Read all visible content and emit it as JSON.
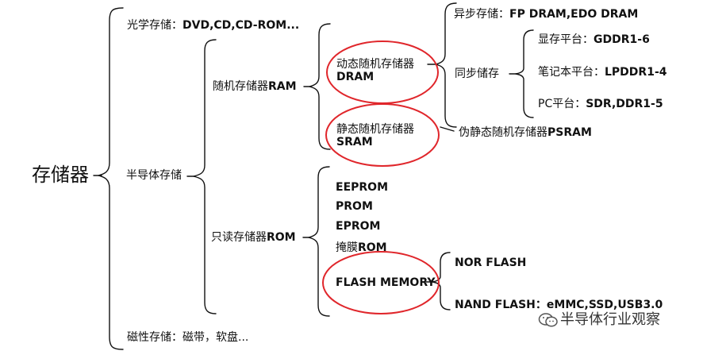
{
  "root": "存储器",
  "optical": {
    "zh": "光学存储：",
    "en": "DVD,CD,CD-ROM..."
  },
  "semiconductor": "半导体存储",
  "magnetic": "磁性存储：磁带，软盘...",
  "ram": {
    "zh": "随机存储器",
    "en": "RAM"
  },
  "dram": {
    "zh": "动态随机存储器",
    "en": "DRAM"
  },
  "sram": {
    "zh": "静态随机存储器",
    "en": "SRAM"
  },
  "async": {
    "zh": "异步存储：",
    "en": "FP DRAM,EDO DRAM"
  },
  "sync": "同步储存",
  "vram": {
    "zh": "显存平台：",
    "en": "GDDR1-6"
  },
  "laptop": {
    "zh": "笔记本平台：",
    "en": "LPDDR1-4"
  },
  "pc": {
    "zh": "PC平台：",
    "en": "SDR,DDR1-5"
  },
  "psram": {
    "zh": "伪静态随机存储器",
    "en": "PSRAM"
  },
  "rom": {
    "zh": "只读存储器",
    "en": "ROM"
  },
  "eeprom": "EEPROM",
  "prom": "PROM",
  "eprom": "EPROM",
  "mask_rom": {
    "zh": "掩膜",
    "en": "ROM"
  },
  "flash": "FLASH MEMORY",
  "nor": "NOR FLASH",
  "nand": {
    "zh": "NAND FLASH：",
    "en": "eMMC,SSD,USB3.0"
  },
  "watermark": "半导体行业观察",
  "colors": {
    "line": "#111111",
    "highlight": "#e0262b",
    "watermark": "#333333"
  }
}
